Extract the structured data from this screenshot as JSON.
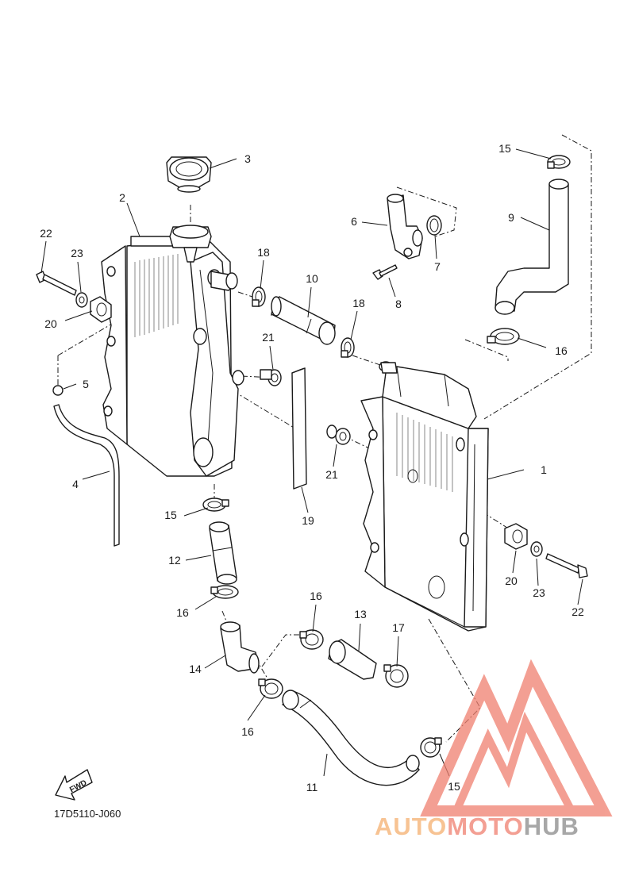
{
  "diagram": {
    "part_code": "17D5110-J060",
    "fwd_label": "FWD",
    "callouts": [
      {
        "id": "c1",
        "text": "1"
      },
      {
        "id": "c2",
        "text": "2"
      },
      {
        "id": "c3",
        "text": "3"
      },
      {
        "id": "c4",
        "text": "4"
      },
      {
        "id": "c5",
        "text": "5"
      },
      {
        "id": "c6",
        "text": "6"
      },
      {
        "id": "c7",
        "text": "7"
      },
      {
        "id": "c8",
        "text": "8"
      },
      {
        "id": "c9",
        "text": "9"
      },
      {
        "id": "c10",
        "text": "10"
      },
      {
        "id": "c11",
        "text": "11"
      },
      {
        "id": "c12",
        "text": "12"
      },
      {
        "id": "c13",
        "text": "13"
      },
      {
        "id": "c14",
        "text": "14"
      },
      {
        "id": "c15a",
        "text": "15"
      },
      {
        "id": "c15b",
        "text": "15"
      },
      {
        "id": "c15c",
        "text": "15"
      },
      {
        "id": "c16a",
        "text": "16"
      },
      {
        "id": "c16b",
        "text": "16"
      },
      {
        "id": "c16c",
        "text": "16"
      },
      {
        "id": "c16d",
        "text": "16"
      },
      {
        "id": "c17",
        "text": "17"
      },
      {
        "id": "c18a",
        "text": "18"
      },
      {
        "id": "c18b",
        "text": "18"
      },
      {
        "id": "c19",
        "text": "19"
      },
      {
        "id": "c20a",
        "text": "20"
      },
      {
        "id": "c20b",
        "text": "20"
      },
      {
        "id": "c21a",
        "text": "21"
      },
      {
        "id": "c21b",
        "text": "21"
      },
      {
        "id": "c22a",
        "text": "22"
      },
      {
        "id": "c22b",
        "text": "22"
      },
      {
        "id": "c23a",
        "text": "23"
      },
      {
        "id": "c23b",
        "text": "23"
      }
    ]
  },
  "watermark": {
    "text_auto": "AUTO",
    "text_moto": "MOTO",
    "text_hub": "HUB",
    "color_primary": "#f08070",
    "color_secondary": "#f5b070",
    "color_dark": "#8a8a8a"
  }
}
